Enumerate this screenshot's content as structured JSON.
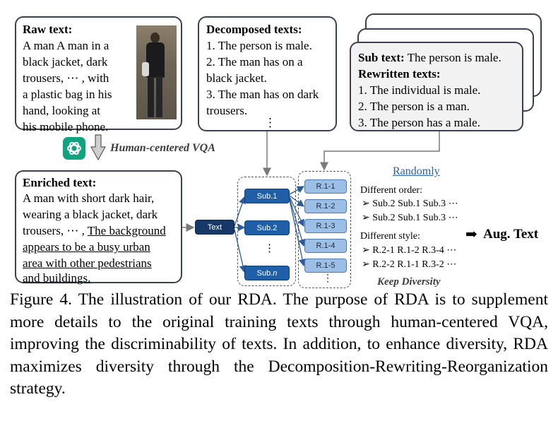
{
  "raw": {
    "title": "Raw text:",
    "lines": [
      "A man A man in a",
      "black jacket, dark",
      "trousers, ⋯ , with",
      "a plastic bag in his",
      "hand, looking at",
      "his mobile phone."
    ]
  },
  "decomposed": {
    "title": "Decomposed texts:",
    "lines": [
      "1. The person is male.",
      "2. The man has on a",
      "black jacket.",
      "3. The man has on dark",
      "trousers."
    ],
    "dots": "⋮"
  },
  "subtext": {
    "label": "Sub text:",
    "value": " The person is male.",
    "rewritten_title": "Rewritten texts:",
    "lines": [
      "1. The individual is male.",
      "2. The person is a man.",
      "3. The person has a male."
    ]
  },
  "vqa_label": "Human-centered VQA",
  "enriched": {
    "title": "Enriched text:",
    "lines": [
      "A man with short dark hair,",
      "wearing a black jacket, dark"
    ],
    "line3_plain": "trousers, ⋯ , ",
    "line3_underlined": "The background",
    "underlined_lines": [
      "appears to be a busy urban",
      "area with other pedestrians",
      "and buildings."
    ]
  },
  "graph": {
    "text_node": "Text",
    "subs": [
      "Sub.1",
      "Sub.2",
      "⋮"
    ],
    "sub_n_prefix": "Sub.",
    "sub_n_suffix": "n",
    "rewrites": [
      "R.1-1",
      "R.1-2",
      "R.1-3",
      "R.1-4",
      "R.1-5"
    ],
    "dots": "⋮"
  },
  "right": {
    "randomly": "Randomly",
    "order_label": "Different order:",
    "order_lines": [
      "➢ Sub.2 Sub.1 Sub.3 ⋯",
      "➢ Sub.2 Sub.1 Sub.3 ⋯"
    ],
    "style_label": "Different style:",
    "style_lines": [
      "➢ R.2-1 R.1-2 R.3-4 ⋯",
      "➢ R.2-2 R.1-1 R.3-2 ⋯"
    ],
    "aug_arrow": "➡",
    "aug_text": "Aug. Text",
    "keep": "Keep Diversity"
  },
  "caption": "Figure 4.  The illustration of our RDA. The purpose of RDA is to supplement more details to the original training texts through human-centered VQA, improving the discriminability of texts. In addition, to enhance diversity, RDA maximizes diversity through the Decomposition-Rewriting-Reorganization strategy."
}
